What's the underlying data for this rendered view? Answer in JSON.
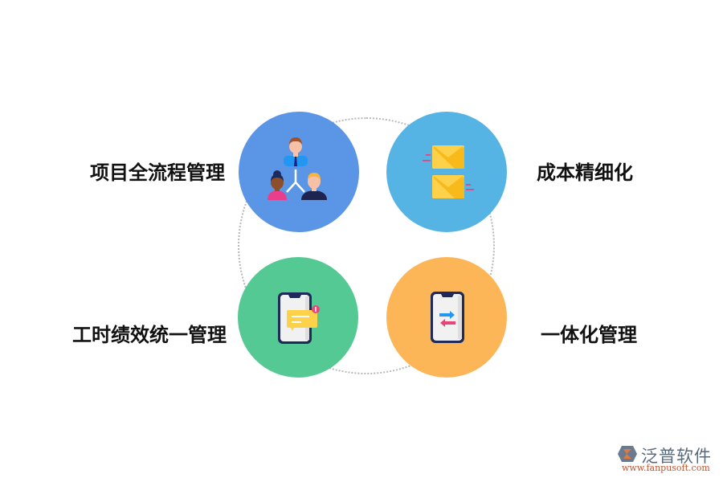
{
  "diagram": {
    "items": [
      {
        "label": "项目全流程管理",
        "icon": "team-hierarchy-icon",
        "color": "#5b95e6"
      },
      {
        "label": "成本精细化",
        "icon": "envelopes-icon",
        "color": "#56b4e5"
      },
      {
        "label": "工时绩效统一管理",
        "icon": "phone-message-icon",
        "color": "#55c993"
      },
      {
        "label": "一体化管理",
        "icon": "phone-transfer-icon",
        "color": "#fdb657"
      }
    ]
  },
  "brand": {
    "name": "泛普软件",
    "url": "www.fanpusoft.com"
  }
}
